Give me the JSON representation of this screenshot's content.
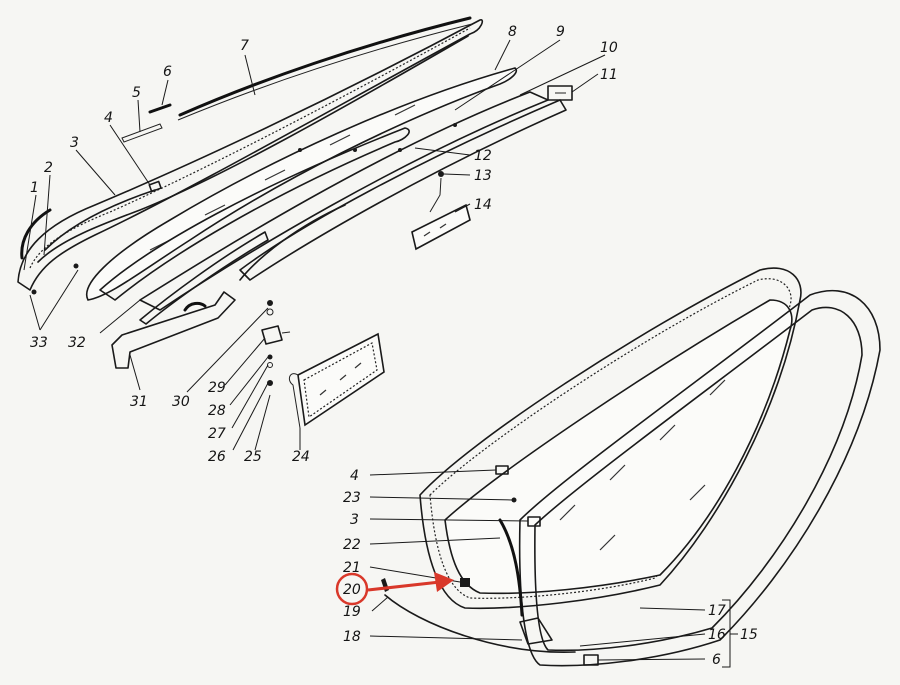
{
  "labels": {
    "l1": "1",
    "l2": "2",
    "l3": "3",
    "l4": "4",
    "l5": "5",
    "l6": "6",
    "l7": "7",
    "l8": "8",
    "l9": "9",
    "l10": "10",
    "l11": "11",
    "l12": "12",
    "l13": "13",
    "l14": "14",
    "l24": "24",
    "l25": "25",
    "l26": "26",
    "l27": "27",
    "l28": "28",
    "l29": "29",
    "l30": "30",
    "l31": "31",
    "l32": "32",
    "l33a": "33",
    "l33b": "33",
    "r4": "4",
    "r23": "23",
    "r3": "3",
    "r22": "22",
    "r21": "21",
    "r20": "20",
    "r19": "19",
    "r18": "18",
    "r17": "17",
    "r16": "16",
    "r15": "15",
    "r6": "6"
  },
  "highlight": {
    "marker_color": "#d9382a"
  }
}
